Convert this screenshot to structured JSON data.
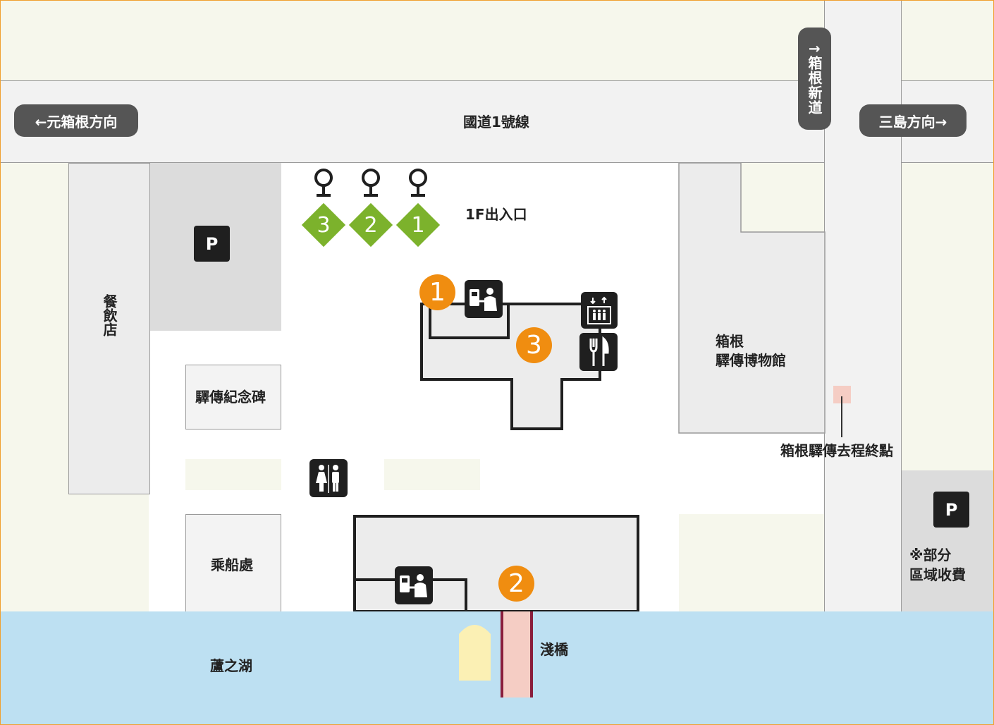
{
  "roads": {
    "highway_label": "國道1號線",
    "left_direction": "←元箱根方向",
    "right_direction": "三島方向→",
    "bypass_label": "↑箱根新道"
  },
  "buildings": {
    "restaurant": "餐飲店",
    "ekiden_monument": "驛傳紀念碑",
    "boarding_place": "乘船處",
    "museum_line1": "箱根",
    "museum_line2": "驛傳博物館"
  },
  "parking": {
    "symbol": "P",
    "partial_fee_line1": "※部分",
    "partial_fee_line2": "區域收費"
  },
  "entrances": {
    "label": "1F出入口",
    "numbers": [
      "3",
      "2",
      "1"
    ]
  },
  "facilities": {
    "areas": [
      "1",
      "3",
      "2"
    ]
  },
  "landmarks": {
    "finish_point": "箱根驛傳去程終點",
    "pier": "淺橋",
    "lake": "蘆之湖"
  },
  "colors": {
    "accent_orange": "#f08d10",
    "entrance_green": "#7cb22c",
    "lake_blue": "#bde0f2",
    "pier_pink": "#f5cdc4",
    "border_orange": "#f0a030"
  }
}
